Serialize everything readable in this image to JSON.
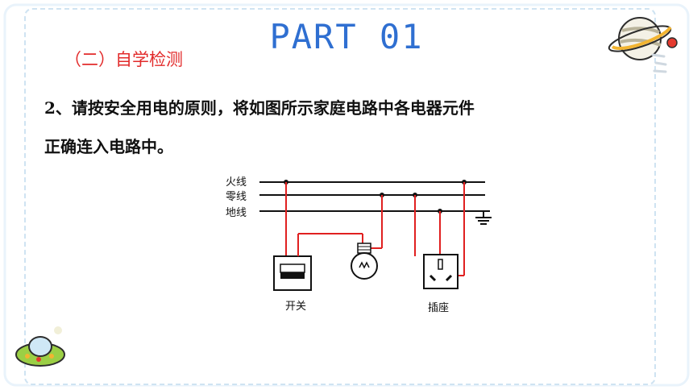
{
  "header": {
    "title": "PART 01",
    "subtitle": "（二）自学检测"
  },
  "question": {
    "line1": "2、请按安全用电的原则，将如图所示家庭电路中各电器元件",
    "line2": "正确连入电路中。"
  },
  "diagram": {
    "wire_labels": {
      "live": "火线",
      "neutral": "零线",
      "ground": "地线"
    },
    "component_labels": {
      "switch": "开关",
      "socket": "插座"
    }
  },
  "colors": {
    "title_blue": "#2f6fd1",
    "subtitle_red": "#e22a2a",
    "wire_red": "#e02020",
    "border_blue": "#cfe3f2"
  },
  "decorations": {
    "top_right": "planet-icon",
    "bottom_left": "ufo-icon",
    "background": "astronaut-watermark"
  }
}
